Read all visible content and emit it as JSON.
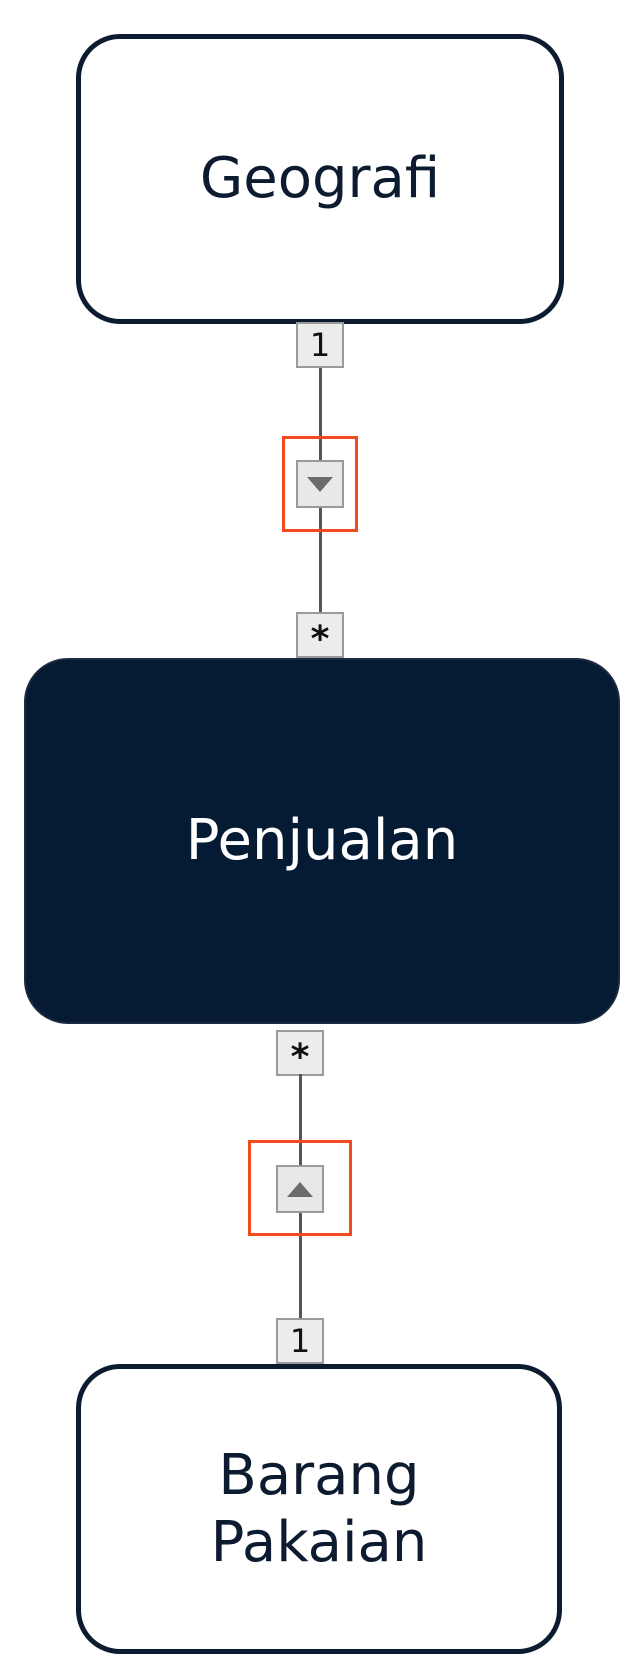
{
  "nodes": {
    "top": {
      "label": "Geografi"
    },
    "middle": {
      "label": "Penjualan"
    },
    "bottom": {
      "label": "Barang\nPakaian"
    }
  },
  "relationships": [
    {
      "from": "Geografi",
      "to": "Penjualan",
      "from_cardinality": "1",
      "to_cardinality": "*",
      "filter_direction": "down",
      "direction_icon": "triangle-down-icon"
    },
    {
      "from": "Barang Pakaian",
      "to": "Penjualan",
      "from_cardinality": "1",
      "to_cardinality": "*",
      "filter_direction": "up",
      "direction_icon": "triangle-up-icon"
    }
  ],
  "colors": {
    "node_border": "#0d1b30",
    "filled_node": "#051a33",
    "highlight": "#f04a1e",
    "connector": "#555555"
  }
}
